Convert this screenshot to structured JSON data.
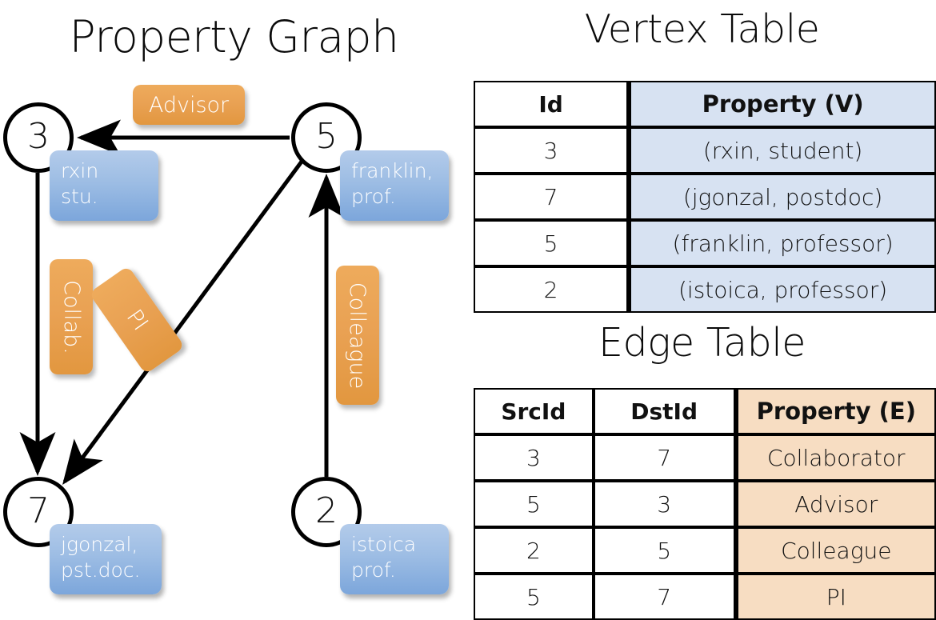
{
  "titles": {
    "graph": "Property Graph",
    "vertex_table": "Vertex Table",
    "edge_table": "Edge Table"
  },
  "graph": {
    "nodes": [
      {
        "id": "3",
        "property_lines": [
          "rxin",
          "stu."
        ]
      },
      {
        "id": "5",
        "property_lines": [
          "franklin,",
          "prof."
        ]
      },
      {
        "id": "7",
        "property_lines": [
          "jgonzal,",
          "pst.doc."
        ]
      },
      {
        "id": "2",
        "property_lines": [
          "istoica",
          "prof."
        ]
      }
    ],
    "node_labels": {
      "n3": "3",
      "n5": "5",
      "n7": "7",
      "n2": "2"
    },
    "vertex_props": {
      "rxin_l1": "rxin",
      "rxin_l2": "stu.",
      "franklin_l1": "franklin,",
      "franklin_l2": "prof.",
      "jgonzal_l1": "jgonzal,",
      "jgonzal_l2": "pst.doc.",
      "istoica_l1": "istoica",
      "istoica_l2": "prof."
    },
    "edge_labels": {
      "advisor": "Advisor",
      "collab": "Collab.",
      "pi": "PI",
      "colleague": "Colleague"
    },
    "edges": [
      {
        "src": "5",
        "dst": "3",
        "label": "Advisor"
      },
      {
        "src": "3",
        "dst": "7",
        "label": "Collab."
      },
      {
        "src": "5",
        "dst": "7",
        "label": "PI"
      },
      {
        "src": "2",
        "dst": "5",
        "label": "Colleague"
      }
    ]
  },
  "vertex_table": {
    "headers": [
      "Id",
      "Property (V)"
    ],
    "rows": [
      {
        "id": "3",
        "property": "(rxin, student)"
      },
      {
        "id": "7",
        "property": "(jgonzal, postdoc)"
      },
      {
        "id": "5",
        "property": "(franklin, professor)"
      },
      {
        "id": "2",
        "property": "(istoica, professor)"
      }
    ]
  },
  "edge_table": {
    "headers": [
      "SrcId",
      "DstId",
      "Property (E)"
    ],
    "rows": [
      {
        "src": "3",
        "dst": "7",
        "property": "Collaborator"
      },
      {
        "src": "5",
        "dst": "3",
        "property": "Advisor"
      },
      {
        "src": "2",
        "dst": "5",
        "property": "Colleague"
      },
      {
        "src": "5",
        "dst": "7",
        "property": "PI"
      }
    ]
  },
  "colors": {
    "vertex_property_fill": "#d7e2f2",
    "edge_property_fill": "#f7ddc2",
    "node_badge_blue": "#9dbde4",
    "edge_badge_orange": "#e9a153",
    "stroke": "#000000"
  }
}
